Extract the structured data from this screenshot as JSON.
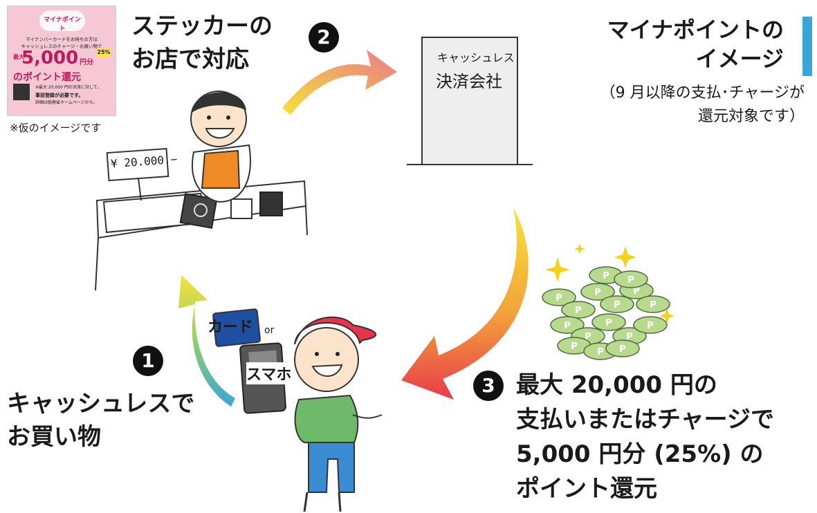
{
  "title": {
    "line1": "マイナポイントの",
    "line2": "イメージ"
  },
  "note": {
    "line1": "（9 月以降の支払･チャージが",
    "line2": "還元対象です）"
  },
  "sticker": {
    "brand": "マイナポイント",
    "text1": "マイナンバーカードをお持ちの方は",
    "text2": "キャッシュレスのチャージ・お買い物で",
    "badge": "25%",
    "max_label": "最大",
    "amount": "5,000",
    "unit": "円分",
    "reward": "のポイント還元",
    "cap_note": "※最大 20,000 円の決済に対して。",
    "prereq1": "事前登録が必要です。",
    "prereq2": "詳細は総務省ホームページから。",
    "caption": "※仮のイメージです"
  },
  "steps": {
    "one": {
      "number": "1",
      "line1": "キャッシュレスで",
      "line2": "お買い物"
    },
    "two": {
      "number": "2",
      "line1": "ステッカーの",
      "line2": "お店で対応"
    },
    "three": {
      "number": "3",
      "line1": "最大 20,000 円の",
      "line2": "支払いまたはチャージで",
      "line3": "5,000 円分 (25%) の",
      "line4": "ポイント還元"
    }
  },
  "company": {
    "line1": "キャッシュレス",
    "line2": "決済会社"
  },
  "register_display": "¥ 20.000 −",
  "payment": {
    "card": "カード",
    "or": "or",
    "phone": "スマホ"
  },
  "coin_letter": "P",
  "colors": {
    "accent_bar": "#3aa6d8",
    "apron": "#f08a24",
    "shirt": "#6fba6a",
    "coin": "#b9d98f",
    "arrow_warm": "#e83a4a",
    "arrow_yellow": "#f5e23a"
  }
}
